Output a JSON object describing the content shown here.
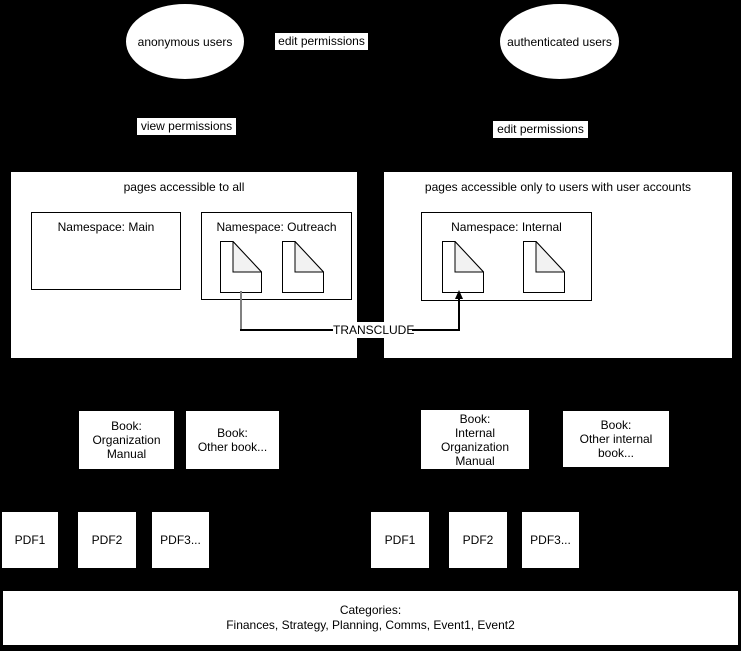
{
  "colors": {
    "background": "#000000",
    "shape_fill": "#ffffff",
    "stroke": "#000000",
    "page_fold_fill": "#f2f2f2",
    "connector_gray": "#808080"
  },
  "actors": {
    "anonymous": "anonymous users",
    "authenticated": "authenticated users"
  },
  "edge_labels": {
    "edit_top": "edit permissions",
    "view_left": "view permissions",
    "edit_right": "edit permissions",
    "transclude": "TRANSCLUDE"
  },
  "containers": {
    "public": {
      "title": "pages accessible to all",
      "namespace_main": "Namespace: Main",
      "namespace_outreach": "Namespace: Outreach"
    },
    "private": {
      "title": "pages accessible only to users with user accounts",
      "namespace_internal": "Namespace: Internal"
    }
  },
  "icons": {
    "page": "folded-corner page/document shape"
  },
  "books": [
    {
      "label": "Book:\nOrganization\nManual"
    },
    {
      "label": "Book:\nOther book..."
    },
    {
      "label": "Book:\nInternal\nOrganization\nManual"
    },
    {
      "label": "Book:\nOther internal\nbook..."
    }
  ],
  "pdfs": {
    "left": [
      "PDF1",
      "PDF2",
      "PDF3..."
    ],
    "right": [
      "PDF1",
      "PDF2",
      "PDF3..."
    ]
  },
  "categories": {
    "title": "Categories:",
    "list": "Finances, Strategy, Planning, Comms, Event1, Event2"
  }
}
